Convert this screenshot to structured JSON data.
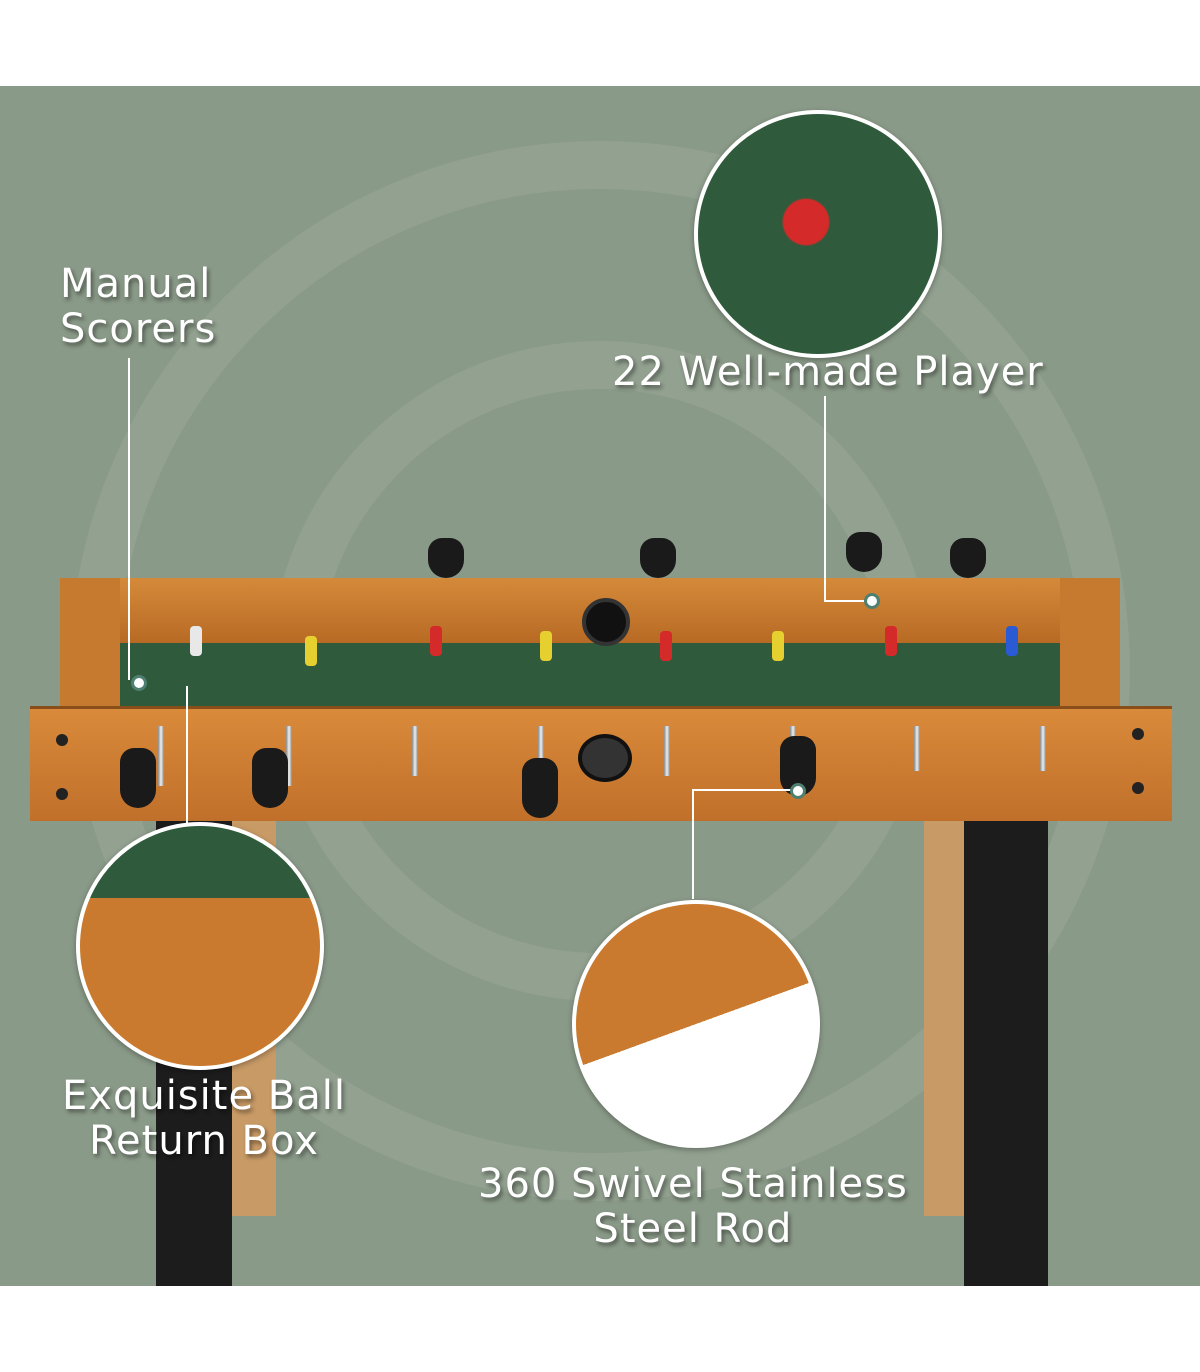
{
  "colors": {
    "background": "#8a9a88",
    "wood": "#c97a2e",
    "field": "#2f5a3b",
    "text": "#ffffff"
  },
  "labels": {
    "manual_scorers": [
      "Manual",
      "Scorers"
    ],
    "players": "22 Well-made Player",
    "ball_return": [
      "Exquisite Ball",
      "Return Box"
    ],
    "swivel_rod": [
      "360 Swivel Stainless",
      "Steel Rod"
    ]
  }
}
